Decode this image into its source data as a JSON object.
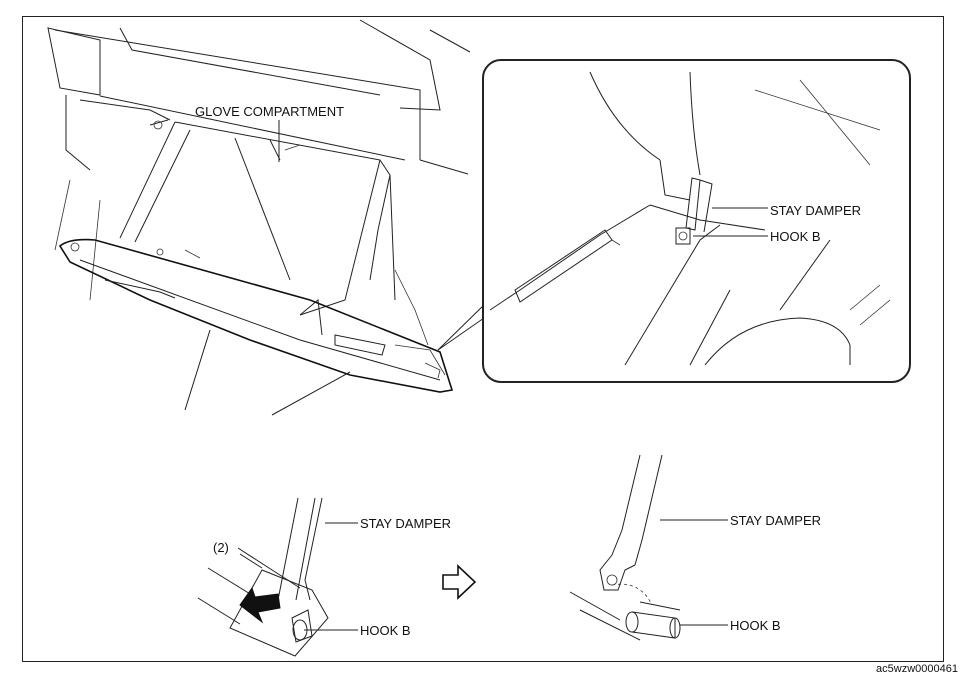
{
  "labels": {
    "glove_compartment": "GLOVE COMPARTMENT",
    "stay_damper_detail": "STAY DAMPER",
    "hook_b_detail": "HOOK B",
    "stay_damper_left": "STAY DAMPER",
    "step_number": "(2)",
    "hook_b_left": "HOOK B",
    "stay_damper_right": "STAY DAMPER",
    "hook_b_right": "HOOK B"
  },
  "figure_code": "ac5wzw0000461"
}
